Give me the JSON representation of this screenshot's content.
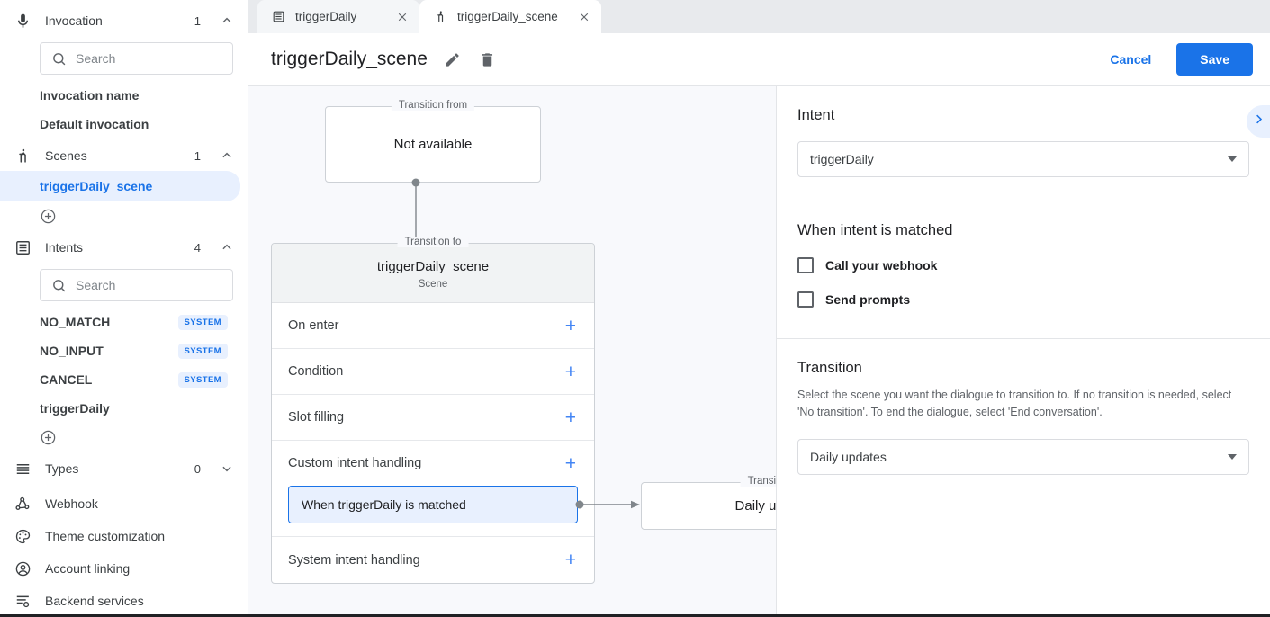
{
  "sidebar": {
    "groups": [
      {
        "label": "Invocation",
        "icon": "microphone-icon",
        "count": "1",
        "chevron": "up"
      },
      {
        "label": "Scenes",
        "icon": "scene-icon",
        "count": "1",
        "chevron": "up"
      },
      {
        "label": "Intents",
        "icon": "intent-icon",
        "count": "4",
        "chevron": "up"
      },
      {
        "label": "Types",
        "icon": "types-icon",
        "count": "0",
        "chevron": "down"
      }
    ],
    "invocation_search_placeholder": "Search",
    "invocation_items": [
      {
        "label": "Invocation name"
      },
      {
        "label": "Default invocation"
      }
    ],
    "scene_items": [
      {
        "label": "triggerDaily_scene",
        "selected": true
      }
    ],
    "intents_search_placeholder": "Search",
    "intent_items": [
      {
        "label": "NO_MATCH",
        "badge": "SYSTEM"
      },
      {
        "label": "NO_INPUT",
        "badge": "SYSTEM"
      },
      {
        "label": "CANCEL",
        "badge": "SYSTEM"
      },
      {
        "label": "triggerDaily",
        "badge": ""
      }
    ],
    "links": [
      {
        "label": "Webhook",
        "icon": "webhook-icon"
      },
      {
        "label": "Theme customization",
        "icon": "palette-icon"
      },
      {
        "label": "Account linking",
        "icon": "account-circle-icon"
      },
      {
        "label": "Backend services",
        "icon": "backend-services-icon"
      }
    ]
  },
  "tabs": [
    {
      "label": "triggerDaily",
      "icon": "intent-icon",
      "active": false
    },
    {
      "label": "triggerDaily_scene",
      "icon": "scene-icon",
      "active": true
    }
  ],
  "header": {
    "title": "triggerDaily_scene",
    "edit_icon": "pencil-icon",
    "delete_icon": "trash-icon",
    "cancel_label": "Cancel",
    "save_label": "Save"
  },
  "canvas": {
    "from_node": {
      "legend": "Transition from",
      "text": "Not available"
    },
    "scene_node": {
      "legend": "Transition to",
      "title": "triggerDaily_scene",
      "subtitle": "Scene",
      "rows": [
        {
          "label": "On enter",
          "add": "+"
        },
        {
          "label": "Condition",
          "add": "+"
        },
        {
          "label": "Slot filling",
          "add": "+"
        },
        {
          "label": "Custom intent handling",
          "add": "+",
          "chip": "When triggerDaily is matched"
        },
        {
          "label": "System intent handling",
          "add": "+"
        }
      ]
    },
    "target_node": {
      "legend": "Transition to",
      "text": "Daily updates"
    }
  },
  "panel": {
    "intent": {
      "title": "Intent",
      "selected": "triggerDaily"
    },
    "when_matched": {
      "title": "When intent is matched",
      "options": [
        {
          "label": "Call your webhook",
          "checked": false
        },
        {
          "label": "Send prompts",
          "checked": false
        }
      ]
    },
    "transition": {
      "title": "Transition",
      "description": "Select the scene you want the dialogue to transition to. If no transition is needed, select 'No transition'. To end the dialogue, select 'End conversation'.",
      "selected": "Daily updates"
    },
    "collapse_icon": "chevron-right-icon"
  },
  "colors": {
    "accent": "#1a73e8",
    "accent_light": "#e8f0fe",
    "canvas_bg": "#f8f9fc",
    "text": "#202124",
    "muted": "#5f6368"
  }
}
